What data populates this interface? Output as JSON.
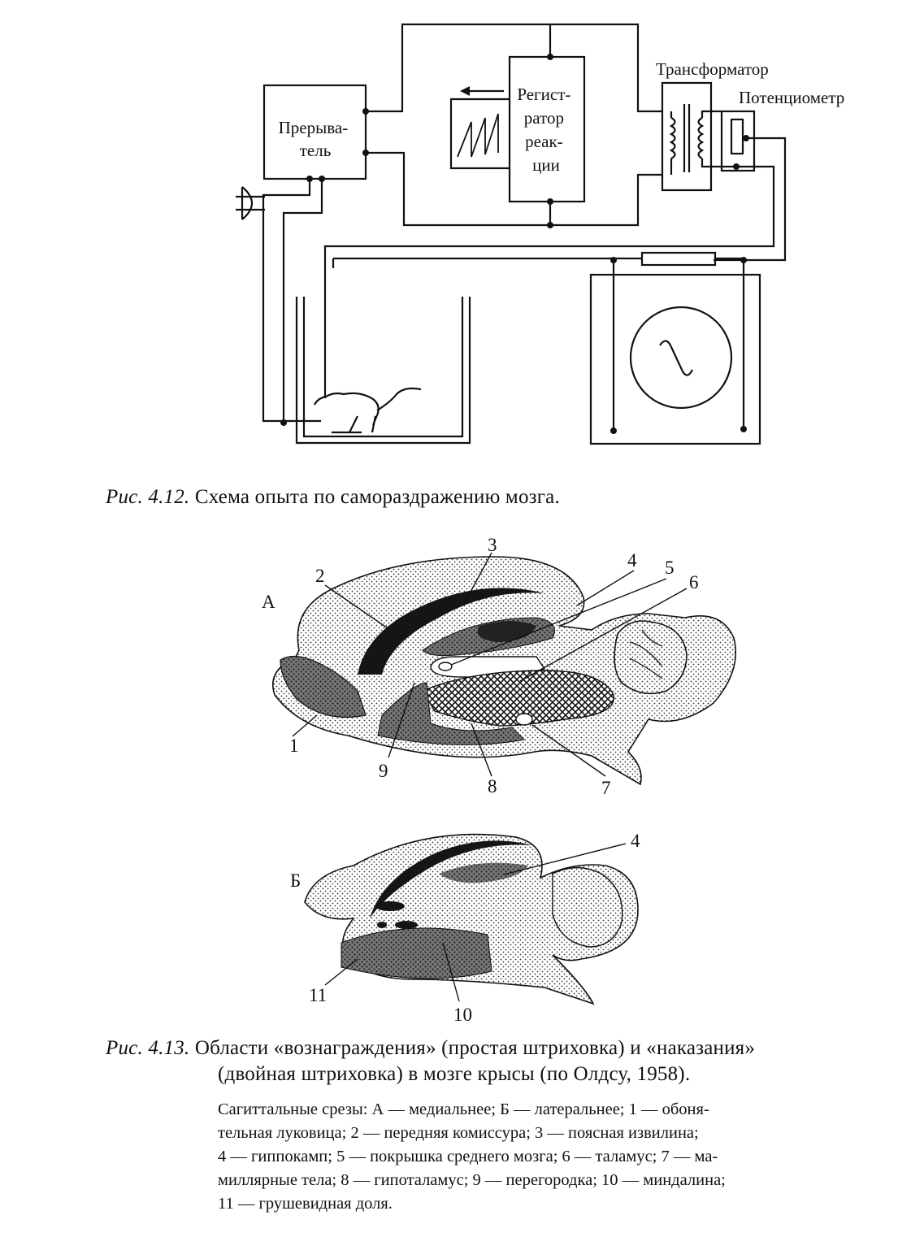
{
  "figure_412": {
    "boxes": {
      "interrupter": [
        "Прерыва-",
        "тель"
      ],
      "recorder": [
        "Регист-",
        "ратор",
        "реак-",
        "ции"
      ],
      "transformer": "Трансформатор",
      "potentiometer": "Потенциометр"
    },
    "caption": {
      "number": "Рис. 4.12.",
      "text": "Схема опыта по самораздражению мозга."
    }
  },
  "figure_413": {
    "panel_a_letter": "А",
    "panel_b_letter": "Б",
    "panel_a_markers": [
      "1",
      "2",
      "3",
      "4",
      "5",
      "6",
      "7",
      "8",
      "9"
    ],
    "panel_b_markers": [
      "4",
      "10",
      "11"
    ],
    "caption": {
      "number": "Рис. 4.13.",
      "line1": "Области «вознаграждения» (простая штриховка) и «наказания»",
      "line2": "(двойная штриховка) в мозге крысы (по Олдсу, 1958)."
    },
    "legend_lines": [
      "Сагиттальные срезы: А — медиальнее; Б — латеральнее; 1 — обоня-",
      "тельная луковица; 2 — передняя комиссура; 3 — поясная извилина;",
      "4 — гиппокамп; 5 — покрышка среднего мозга; 6 — таламус; 7 — ма-",
      "миллярные тела; 8 — гипоталамус; 9 — перегородка; 10 — миндалина;",
      "11 — грушевидная доля."
    ]
  }
}
